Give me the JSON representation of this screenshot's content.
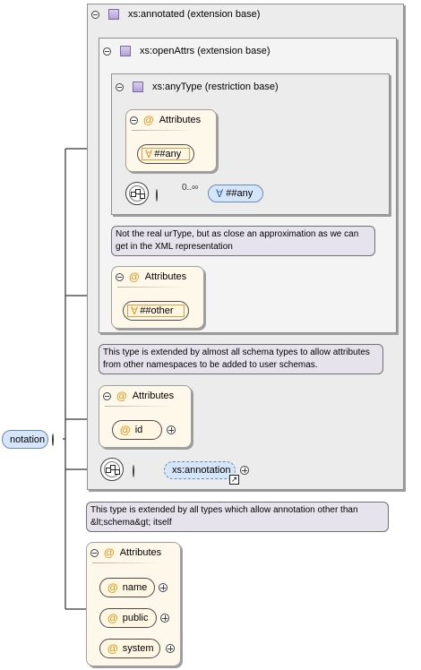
{
  "root": {
    "label": "notation"
  },
  "annotated": {
    "title": "xs:annotated (extension base)"
  },
  "openAttrs": {
    "title": "xs:openAttrs (extension base)"
  },
  "anyType": {
    "title": "xs:anyType (restriction base)",
    "attributes": {
      "label": "Attributes",
      "wildcard": "##any"
    },
    "occurs": "0..∞",
    "any_element": "##any"
  },
  "notes": {
    "anyType": "Not the real urType, but as close an approximation as we can get in the XML representation",
    "openAttrs": "This type is extended by almost all schema types to allow attributes from other namespaces to be added to user schemas.",
    "annotated": "This type is extended by all types which allow annotation other than &lt;schema&gt; itself"
  },
  "openAttrs_attributes": {
    "label": "Attributes",
    "wildcard": "##other"
  },
  "annotated_attributes": {
    "label": "Attributes",
    "items": [
      "id"
    ]
  },
  "annotation_element": "xs:annotation",
  "notation_attributes": {
    "label": "Attributes",
    "items": [
      "name",
      "public",
      "system"
    ]
  },
  "icons": {
    "collapse": "minus-circle-icon",
    "expand": "plus-circle-icon",
    "attribute": "at-icon",
    "wildcard": "forall-icon",
    "type": "complex-type-icon",
    "sequence": "sequence-icon"
  }
}
